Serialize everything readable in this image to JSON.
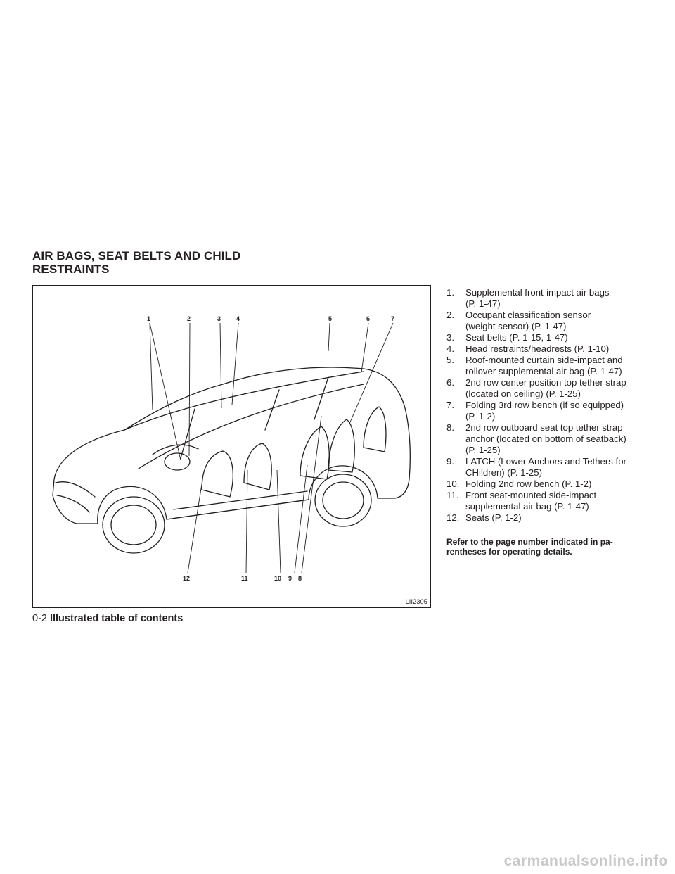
{
  "section_title_lines": [
    "AIR BAGS, SEAT BELTS AND CHILD",
    "RESTRAINTS"
  ],
  "figure": {
    "code": "LII2305",
    "callout_labels": [
      "1",
      "2",
      "3",
      "4",
      "5",
      "6",
      "7",
      "12",
      "11",
      "10",
      "9",
      "8"
    ]
  },
  "legend": [
    {
      "num": "1.",
      "lines": [
        "Supplemental front-impact air bags",
        "(P. 1-47)"
      ]
    },
    {
      "num": "2.",
      "lines": [
        "Occupant classification sensor",
        "(weight sensor) (P. 1-47)"
      ]
    },
    {
      "num": "3.",
      "lines": [
        "Seat belts (P. 1-15, 1-47)"
      ]
    },
    {
      "num": "4.",
      "lines": [
        "Head restraints/headrests (P. 1-10)"
      ]
    },
    {
      "num": "5.",
      "lines": [
        "Roof-mounted curtain side-impact and",
        "rollover supplemental air bag (P. 1-47)"
      ]
    },
    {
      "num": "6.",
      "lines": [
        "2nd row center position top tether strap",
        "(located on ceiling) (P. 1-25)"
      ]
    },
    {
      "num": "7.",
      "lines": [
        "Folding 3rd row bench (if so equipped)",
        "(P. 1-2)"
      ]
    },
    {
      "num": "8.",
      "lines": [
        "2nd row outboard seat top tether strap",
        "anchor (located on bottom of seatback)",
        "(P. 1-25)"
      ]
    },
    {
      "num": "9.",
      "lines": [
        "LATCH (Lower Anchors and Tethers for",
        "CHildren) (P. 1-25)"
      ]
    },
    {
      "num": "10.",
      "lines": [
        "Folding 2nd row bench (P. 1-2)"
      ]
    },
    {
      "num": "11.",
      "lines": [
        "Front seat-mounted side-impact",
        "supplemental air bag (P. 1-47)"
      ]
    },
    {
      "num": "12.",
      "lines": [
        "Seats (P. 1-2)"
      ]
    }
  ],
  "note_lines": [
    "Refer to the page number indicated in pa-",
    "rentheses for operating details."
  ],
  "footer": {
    "page_no": "0-2",
    "chapter": "Illustrated table of contents"
  },
  "watermark": "carmanualsonline.info"
}
